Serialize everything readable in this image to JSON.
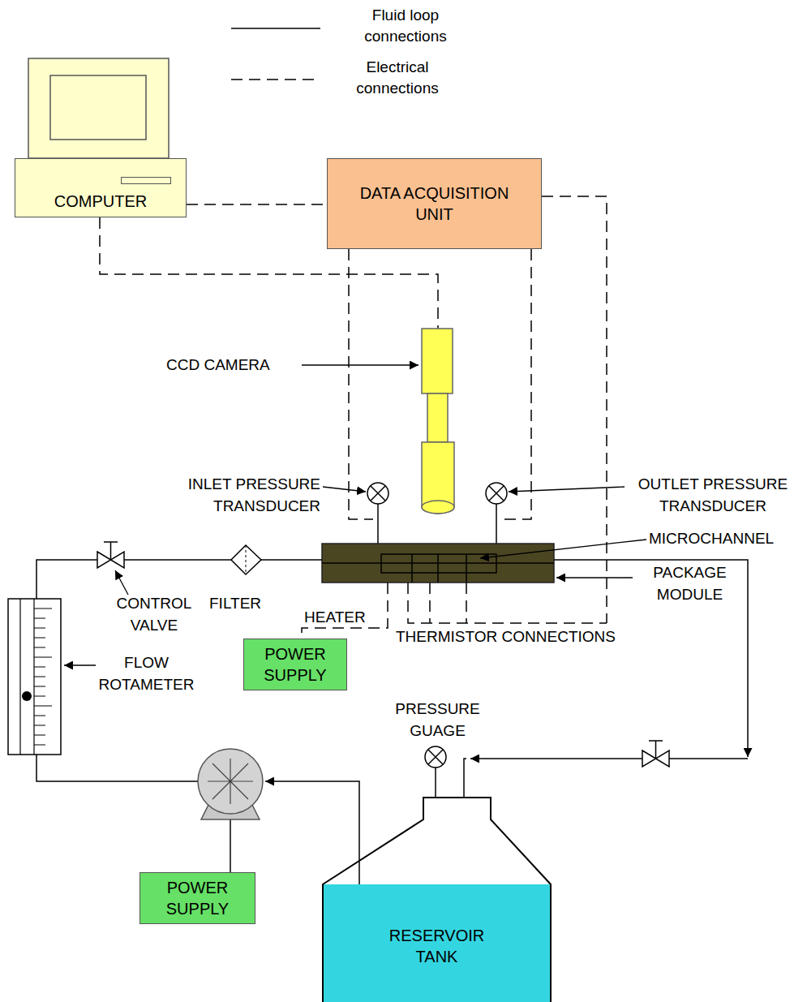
{
  "diagram": {
    "nodes": [
      {
        "text": [
          "COMPUTER"
        ]
      },
      {
        "text": [
          "DATA ACQUISITION UNIT"
        ]
      },
      {
        "text": [
          "POWER SUPPLY"
        ]
      },
      {
        "text": [
          "POWER SUPPLY"
        ]
      },
      {
        "text": [
          "RESERVOIR TANK"
        ]
      }
    ],
    "edges": [
      {
        "from": 0,
        "to": 1,
        "arrow": "none"
      }
    ],
    "labels": [
      "CCD CAMERA",
      "INLET PRESSURE TRANSDUCER",
      "OUTLET PRESSURE TRANSDUCER",
      "MICROCHANNEL",
      "PACKAGE MODULE",
      "CONTROL VALVE",
      "FILTER",
      "HEATER",
      "THERMISTOR CONNECTIONS",
      "FLOW ROTAMETER",
      "PRESSURE GUAGE"
    ],
    "legend": [
      {
        "text": "Fluid loop connections"
      },
      {
        "text": "Electrical connections"
      }
    ]
  }
}
